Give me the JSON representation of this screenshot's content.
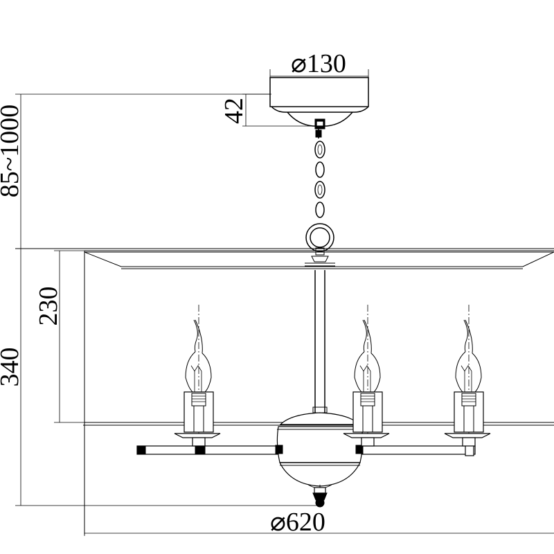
{
  "dimensions": {
    "canopy_diameter": "⌀130",
    "canopy_height": "42",
    "overall_drop": "85~1000",
    "shade_height": "230",
    "fixture_height": "340",
    "shade_diameter": "⌀620"
  }
}
